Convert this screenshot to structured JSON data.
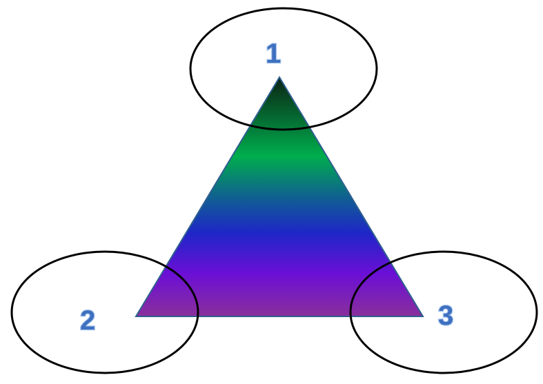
{
  "diagram": {
    "labels": {
      "top": "1",
      "bottom_left": "2",
      "bottom_right": "3"
    },
    "colors": {
      "gradient_stops": [
        "#0b2314",
        "#00ad4d",
        "#0f6190",
        "#1e27c7",
        "#6a0fd6",
        "#8a2f9b"
      ],
      "label_fill": "#3f70bf",
      "label_outline": "#a9c7ef",
      "ellipse_stroke": "#000000",
      "triangle_edge": "#2f5f8f"
    }
  }
}
